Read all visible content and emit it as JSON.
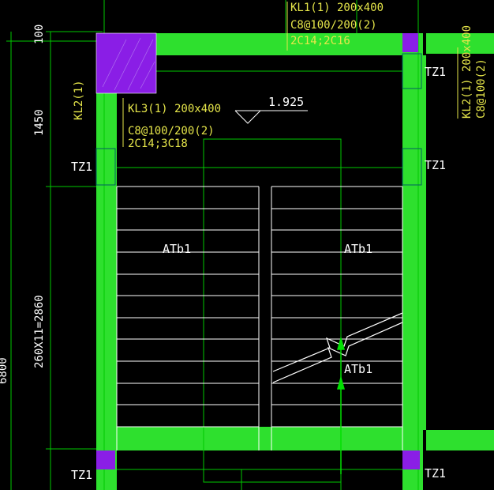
{
  "colors": {
    "background": "#000000",
    "wall": "#2ee02e",
    "line": "#00c800",
    "text_white": "#ffffff",
    "text_yellow": "#e6e64a",
    "column": "#8a1ee6",
    "dim_line": "#00a0a0",
    "tread": "#ffffff"
  },
  "beams": {
    "kl1": {
      "name": "KL1(1) 200x400",
      "stirrup": "C8@100/200(2)",
      "bars": "2C14;2C16"
    },
    "kl3": {
      "name": "KL3(1) 200x400",
      "stirrup": "C8@100/200(2)",
      "bars": "2C14;3C18"
    },
    "kl2_left": {
      "name": "KL2(1)"
    },
    "kl2_right": {
      "name": "KL2(1) 200x400",
      "stirrup": "C8@100(2)"
    }
  },
  "level_mark": "1.925",
  "columns": {
    "tz1_label": "TZ1"
  },
  "stairs": {
    "label_left": "ATb1",
    "label_right_top": "ATb1",
    "label_right_bottom": "ATb1",
    "tread_count": 11
  },
  "dimensions": {
    "top": "100",
    "landing": "1450",
    "run": "260X11=2860",
    "total": "6800"
  }
}
